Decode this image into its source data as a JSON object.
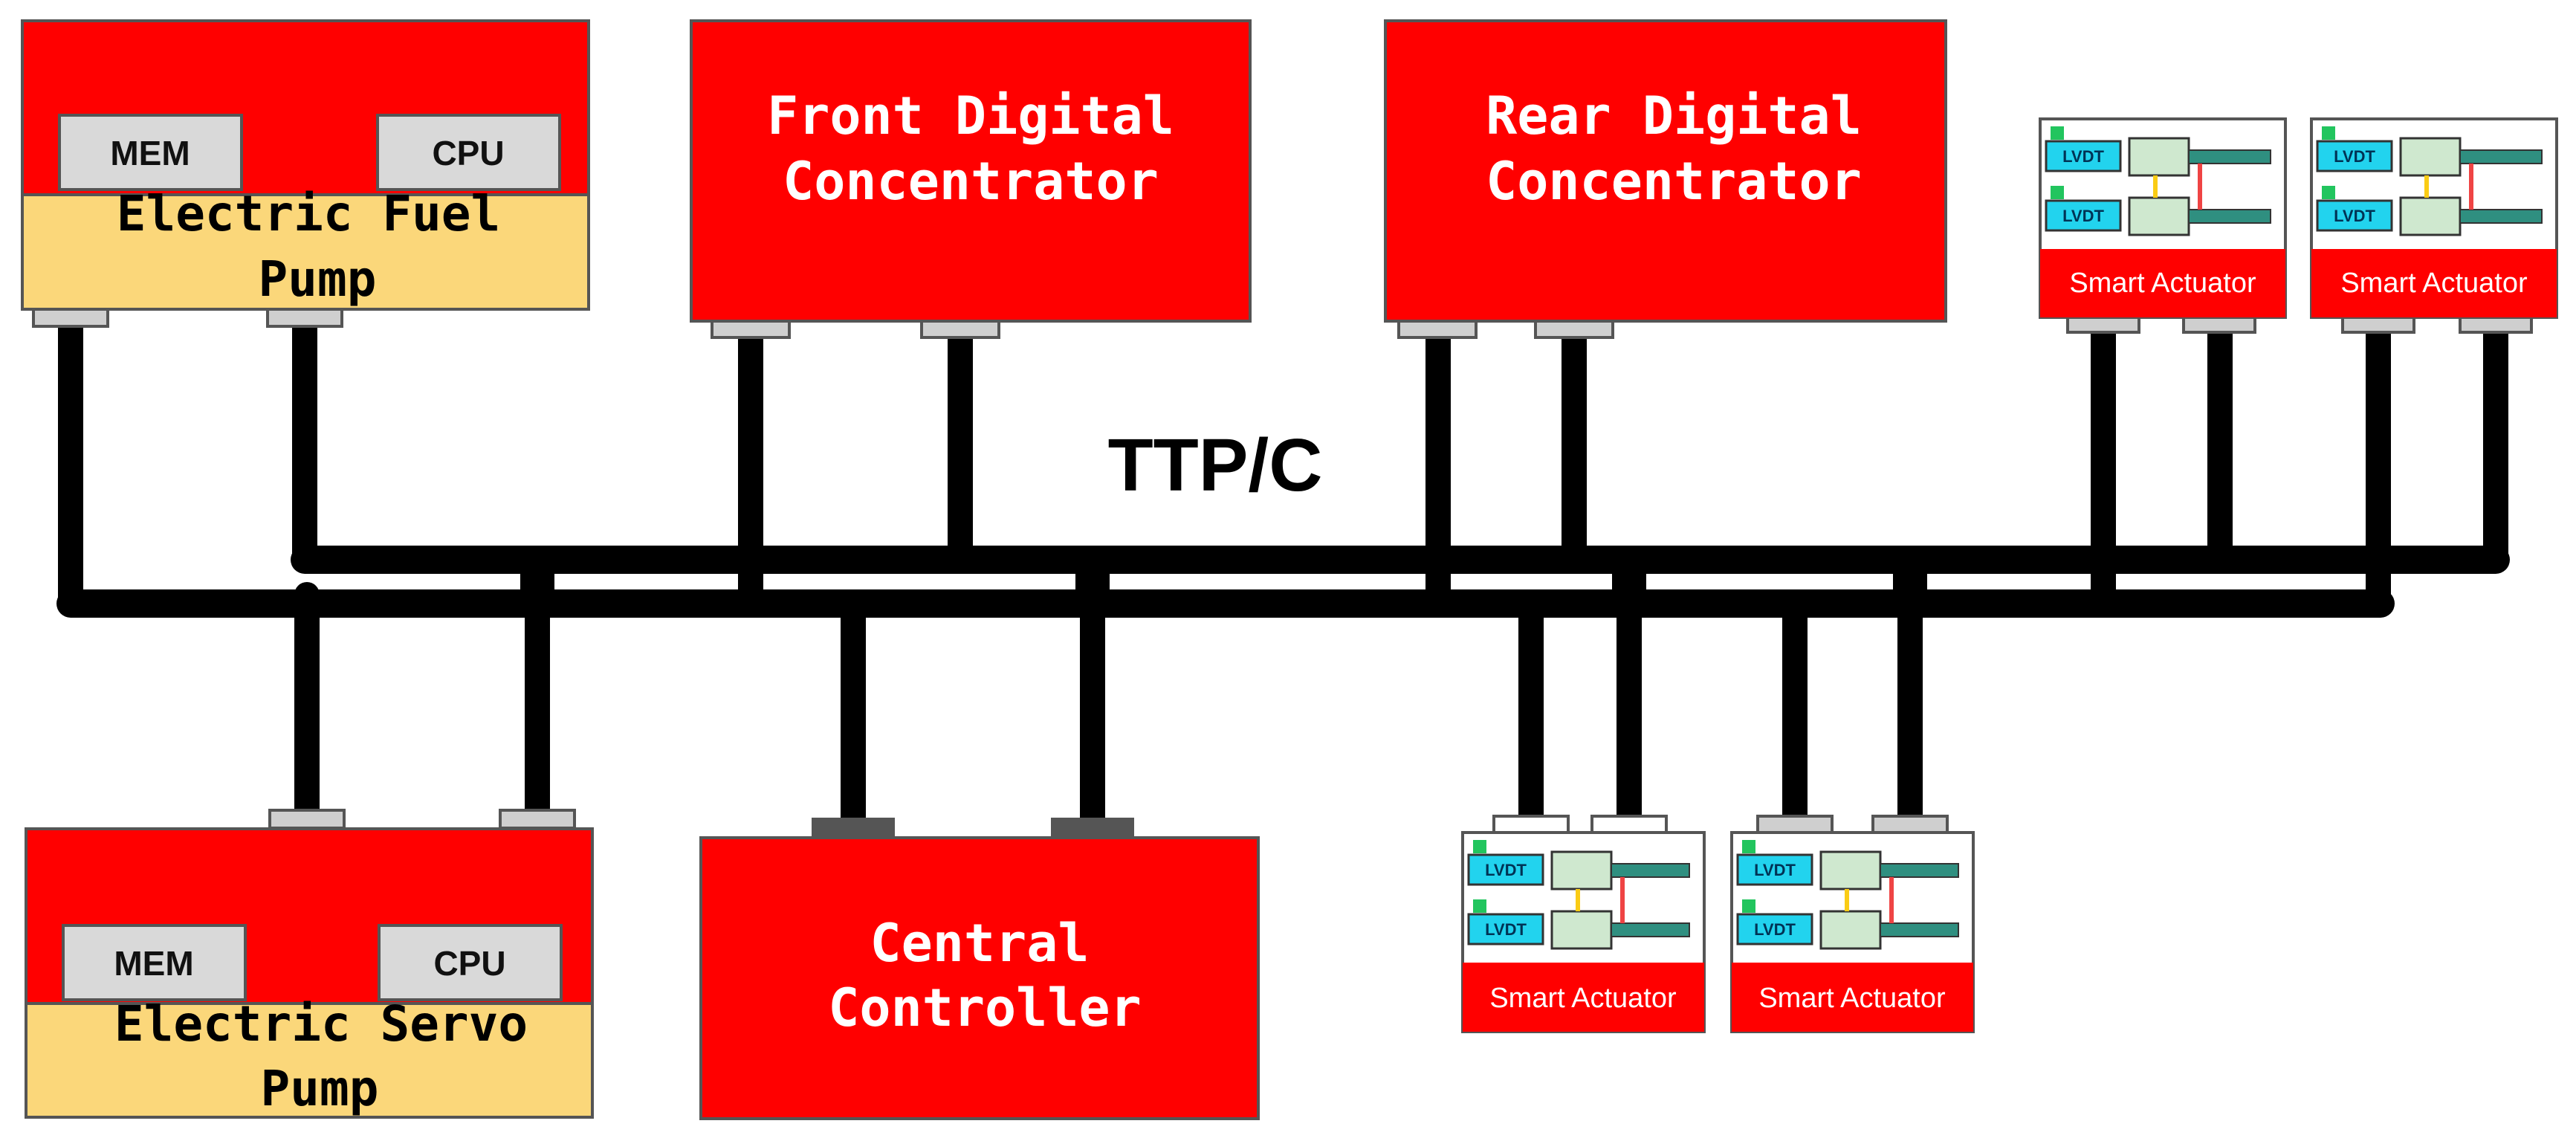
{
  "bus": {
    "label": "TTP/C"
  },
  "nodes": {
    "fuel_pump": {
      "mem": "MEM",
      "cpu": "CPU",
      "line1": "Electric Fuel",
      "line2": "Pump"
    },
    "servo_pump": {
      "mem": "MEM",
      "cpu": "CPU",
      "line1": "Electric Servo",
      "line2": "Pump"
    },
    "front_dc": {
      "line1": "Front Digital",
      "line2": "Concentrator"
    },
    "rear_dc": {
      "line1": "Rear Digital",
      "line2": "Concentrator"
    },
    "central": {
      "line1": "Central",
      "line2": "Controller"
    }
  },
  "smart_actuators": [
    {
      "label": "Smart Actuator",
      "lvdt_a": "LVDT",
      "lvdt_b": "LVDT"
    },
    {
      "label": "Smart Actuator",
      "lvdt_a": "LVDT",
      "lvdt_b": "LVDT"
    },
    {
      "label": "Smart Actuator",
      "lvdt_a": "LVDT",
      "lvdt_b": "LVDT"
    },
    {
      "label": "Smart Actuator",
      "lvdt_a": "LVDT",
      "lvdt_b": "LVDT"
    }
  ],
  "colors": {
    "node_red": "#ff0000",
    "pump_yellow": "#fbd77a",
    "chip_grey": "#d9d9d9",
    "lvdt_cyan": "#22d3ee",
    "bus_black": "#000000"
  }
}
